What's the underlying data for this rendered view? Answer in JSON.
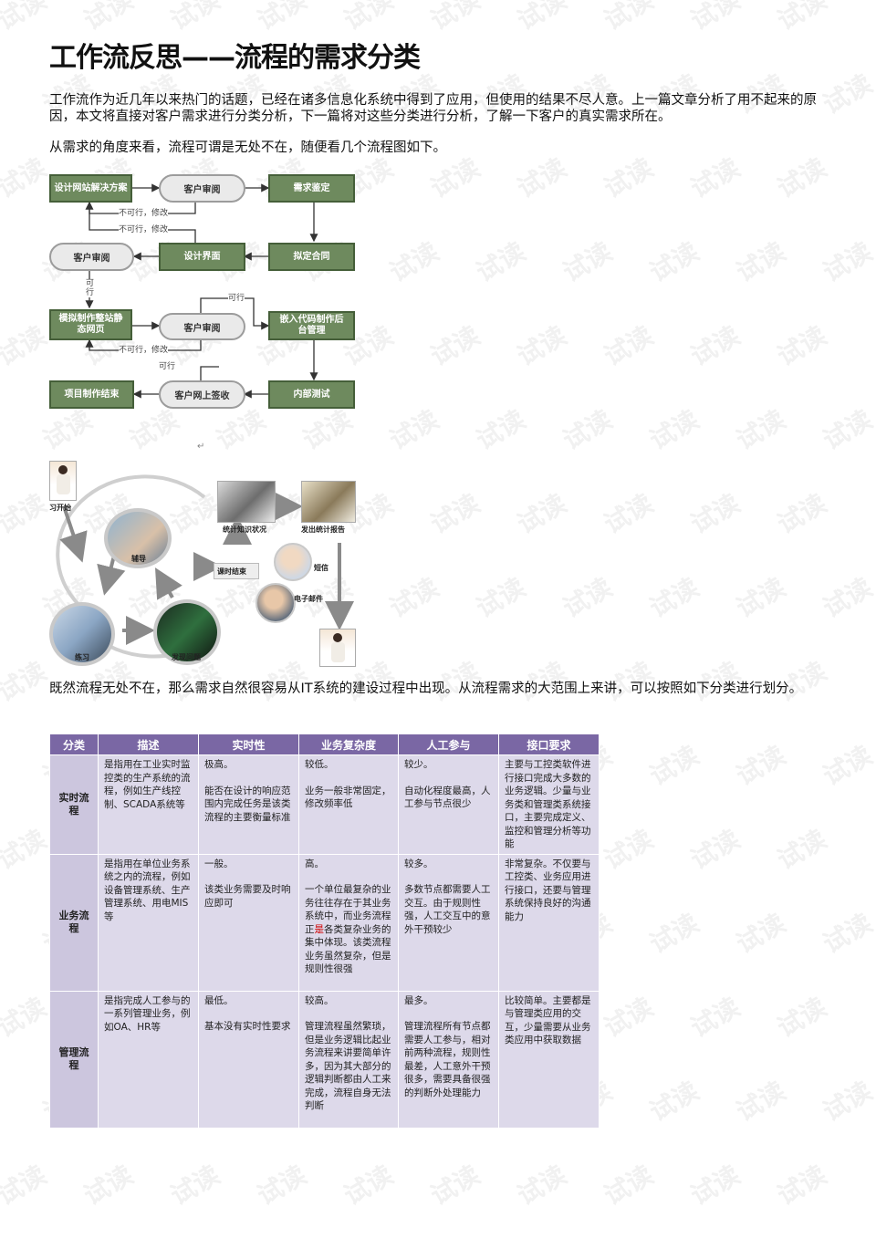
{
  "title": "工作流反思——流程的需求分类",
  "para1": "工作流作为近几年以来热门的话题，已经在诸多信息化系统中得到了应用，但使用的结果不尽人意。上一篇文章分析了用不起来的原因，本文将直接对客户需求进行分类分析，下一篇将对这些分类进行分析，了解一下客户的真实需求所在。",
  "para2": "从需求的角度来看，流程可谓是无处不在，随便看几个流程图如下。",
  "flow1": {
    "box1": "设计网站解决方案",
    "box2": "客户审阅",
    "box3": "需求鉴定",
    "box4": "客户审阅",
    "box5": "设计界面",
    "box6": "拟定合同",
    "box7": "模拟制作整站静态网页",
    "box8": "客户审阅",
    "box9": "嵌入代码制作后台管理",
    "box10": "项目制作结束",
    "box11": "客户网上签收",
    "box12": "内部测试",
    "lbl1": "不可行，修改",
    "lbl2": "不可行，修改",
    "lbl3": "可行",
    "lbl4": "可行",
    "lbl5": "不可行，修改",
    "lbl6": "可行"
  },
  "flow2": {
    "start": "习开始",
    "tutor": "辅导",
    "practice": "练习",
    "find": "发现问题",
    "stat": "统计知识状况",
    "report": "发出统计报告",
    "end": "课时结束",
    "sms": "短信",
    "email": "电子邮件"
  },
  "para3": "既然流程无处不在，那么需求自然很容易从IT系统的建设过程中出现。从流程需求的大范围上来讲，可以按照如下分类进行划分。",
  "table": {
    "headers": [
      "分类",
      "描述",
      "实时性",
      "业务复杂度",
      "人工参与",
      "接口要求"
    ],
    "rows": [
      {
        "cat": "实时流程",
        "desc": "是指用在工业实时监控类的生产系统的流程，例如生产线控制、SCADA系统等",
        "rt_a": "极高。",
        "rt_b": "能否在设计的响应范围内完成任务是该类流程的主要衡量标准",
        "cx_a": "较低。",
        "cx_b": "业务一般非常固定，修改频率低",
        "hm_a": "较少。",
        "hm_b": "自动化程度最高，人工参与节点很少",
        "api": "主要与工控类软件进行接口完成大多数的业务逻辑。少量与业务类和管理类系统接口，主要完成定义、监控和管理分析等功能"
      },
      {
        "cat": "业务流程",
        "desc": "是指用在单位业务系统之内的流程，例如设备管理系统、生产管理系统、用电MIS等",
        "rt_a": "一般。",
        "rt_b": "该类业务需要及时响应即可",
        "cx_a": "高。",
        "cx_b1": "一个单位最复杂的业务往往存在于其业务系统中，而业务流程正",
        "cx_b_red": "是",
        "cx_b2": "各类复杂业务的集中体现。该类流程业务虽然复杂，但是规则性很强",
        "hm_a": "较多。",
        "hm_b": "多数节点都需要人工交互。由于规则性强，人工交互中的意外干预较少",
        "api": "非常复杂。不仅要与工控类、业务应用进行接口，还要与管理系统保持良好的沟通能力"
      },
      {
        "cat": "管理流程",
        "desc": "是指完成人工参与的一系列管理业务，例如OA、HR等",
        "rt_a": "最低。",
        "rt_b": "基本没有实时性要求",
        "cx_a": "较高。",
        "cx_b": "管理流程虽然繁琐，但是业务逻辑比起业务流程来讲要简单许多，因为其大部分的逻辑判断都由人工来完成，流程自身无法判断",
        "hm_a": "最多。",
        "hm_b": "管理流程所有节点都需要人工参与，相对前两种流程，规则性最差，人工意外干预很多，需要具备很强的判断外处理能力",
        "api": "比较简单。主要都是与管理类应用的交互，少量需要从业务类应用中获取数据"
      }
    ]
  },
  "watermark": "试读",
  "colors": {
    "flow_green": "#6e8a5e",
    "table_header": "#7a67a4",
    "table_cell": "#ddd9ea",
    "highlight_red": "#d00000"
  }
}
